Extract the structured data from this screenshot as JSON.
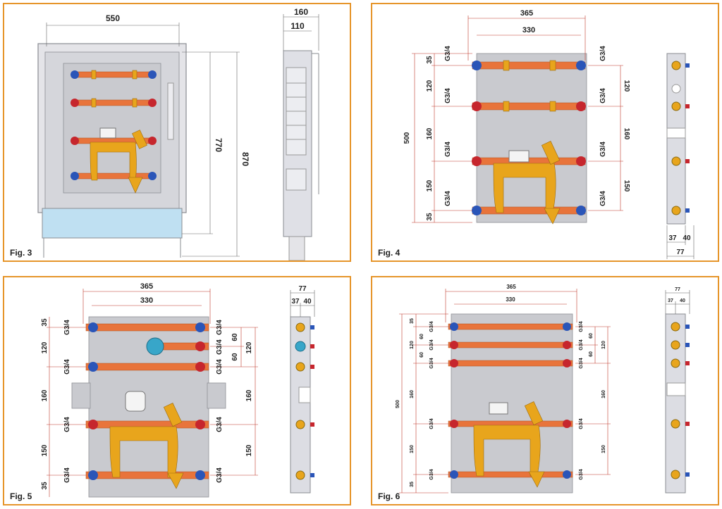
{
  "figures": [
    {
      "label": "Fig. 3",
      "dims": {
        "width": "550",
        "depth": "160",
        "inner_depth": "110",
        "height": "770",
        "total_height": "870"
      }
    },
    {
      "label": "Fig. 4",
      "dims": {
        "outer_width": "365",
        "inner_width": "330",
        "total_height": "500",
        "spacing": [
          "35",
          "120",
          "160",
          "150",
          "35"
        ],
        "thread": "G3/4",
        "side_a": "37",
        "side_b": "40",
        "side_total": "77"
      }
    },
    {
      "label": "Fig. 5",
      "dims": {
        "outer_width": "365",
        "inner_width": "330",
        "spacing_left": [
          "35",
          "120",
          "160",
          "150",
          "35"
        ],
        "spacing_right": [
          "60",
          "60",
          "120",
          "160",
          "150"
        ],
        "thread": "G3/4",
        "side_a": "37",
        "side_b": "40",
        "side_total": "77"
      }
    },
    {
      "label": "Fig. 6",
      "dims": {
        "outer_width": "365",
        "inner_width": "330",
        "total_height": "500",
        "spacing": [
          "35",
          "60",
          "60",
          "120",
          "160",
          "150",
          "35"
        ],
        "spacing_right": [
          "60",
          "60",
          "120",
          "160",
          "150"
        ],
        "thread": "G3/4",
        "side_a": "37",
        "side_b": "40",
        "side_total": "77"
      }
    }
  ],
  "colors": {
    "frame": "#e6952a",
    "pipe": "#e8743b",
    "brass": "#e8a51c",
    "plate": "#c9cacf",
    "dimension": "#c0392b"
  }
}
